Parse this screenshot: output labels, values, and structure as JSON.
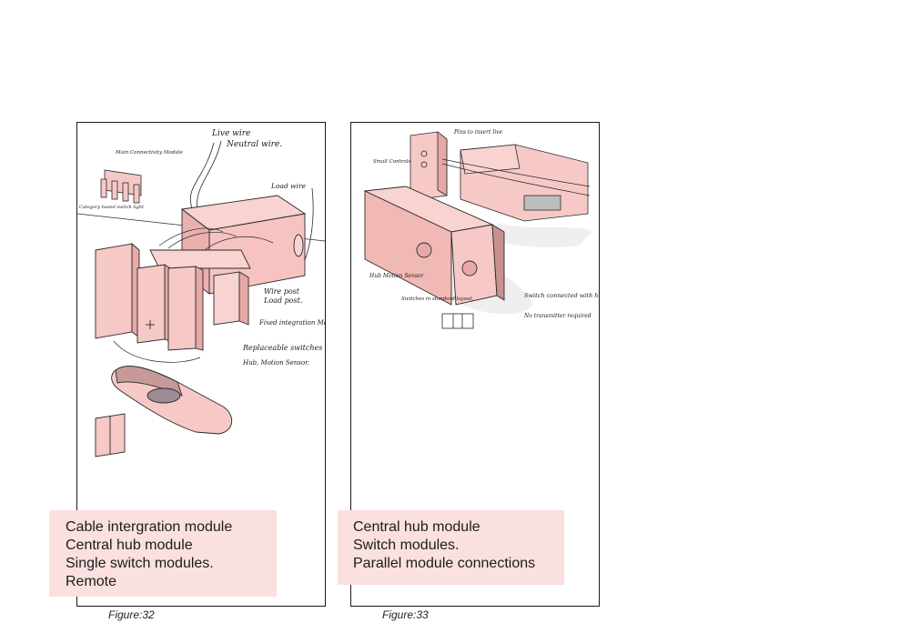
{
  "figures": [
    {
      "label": "Figure:32",
      "caption_lines": [
        "Cable intergration module",
        "Central hub module",
        "Single switch modules.",
        "Remote"
      ],
      "annotations": {
        "live_wire": "Live wire",
        "neutral_wire": "Neutral wire.",
        "main_connectivity": "Main Connectivity Module",
        "load_wire": "Load wire",
        "category_switch": "Category based switch light",
        "wire_post": "Wire post",
        "load_post": "Load post.",
        "fixed_integration": "Fixed integration Module.",
        "replaceable_switches": "Replaceable switches",
        "hub_motion": "Hub, Motion Sensor."
      }
    },
    {
      "label": "Figure:33",
      "caption_lines": [
        "Central hub module",
        "Switch modules.",
        "Parallel module connections"
      ],
      "annotations": {
        "pins_insert": "Pins to insert live",
        "small_controls": "Small Controls",
        "hub_motion": "Hub Motion Sensor",
        "switch_layout": "Switches in standard layout.",
        "switch_connected": "Switch connected with hub.",
        "transmitter": "No transmitter required"
      }
    }
  ],
  "colors": {
    "sketch_fill": "#f6c9c6",
    "sketch_fill_dark": "#e6a9a6",
    "caption_bg": "#fbe0e0",
    "line": "#2a2a2a"
  }
}
